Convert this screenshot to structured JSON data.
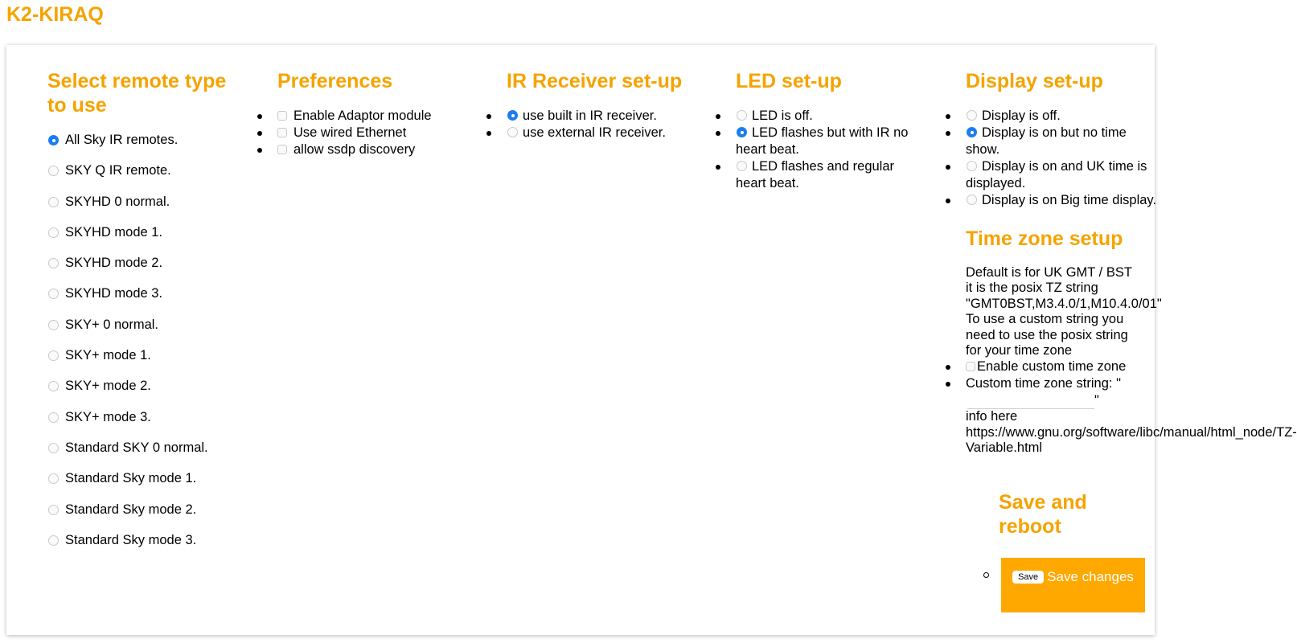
{
  "app_title": "K2-KIRAQ",
  "remote_type": {
    "title": "Select remote type to use",
    "options": [
      {
        "label": "All Sky IR remotes.",
        "checked": true
      },
      {
        "label": "SKY Q IR remote.",
        "checked": false
      },
      {
        "label": "SKYHD 0 normal.",
        "checked": false
      },
      {
        "label": "SKYHD mode 1.",
        "checked": false
      },
      {
        "label": "SKYHD mode 2.",
        "checked": false
      },
      {
        "label": "SKYHD mode 3.",
        "checked": false
      },
      {
        "label": "SKY+ 0 normal.",
        "checked": false
      },
      {
        "label": "SKY+ mode 1.",
        "checked": false
      },
      {
        "label": "SKY+ mode 2.",
        "checked": false
      },
      {
        "label": "SKY+ mode 3.",
        "checked": false
      },
      {
        "label": "Standard SKY 0 normal.",
        "checked": false
      },
      {
        "label": "Standard Sky mode 1.",
        "checked": false
      },
      {
        "label": "Standard Sky mode 2.",
        "checked": false
      },
      {
        "label": "Standard Sky mode 3.",
        "checked": false
      }
    ]
  },
  "preferences": {
    "title": "Preferences",
    "items": [
      {
        "label": "Enable Adaptor module",
        "checked": false
      },
      {
        "label": "Use wired Ethernet",
        "checked": false
      },
      {
        "label": "allow ssdp discovery",
        "checked": false
      }
    ]
  },
  "ir_receiver": {
    "title": "IR Receiver set-up",
    "options": [
      {
        "label": "use built in IR receiver.",
        "checked": true
      },
      {
        "label": "use external IR receiver.",
        "checked": false
      }
    ]
  },
  "led": {
    "title": "LED set-up",
    "options": [
      {
        "label": "LED is off.",
        "checked": false
      },
      {
        "label": "LED flashes but with IR no heart beat.",
        "checked": true
      },
      {
        "label": "LED flashes and regular heart beat.",
        "checked": false
      }
    ]
  },
  "display": {
    "title": "Display set-up",
    "options": [
      {
        "label": "Display is off.",
        "checked": false
      },
      {
        "label": "Display is on but no time show.",
        "checked": true
      },
      {
        "label": "Display is on and UK time is displayed.",
        "checked": false
      },
      {
        "label": "Display is on Big time display.",
        "checked": false
      }
    ]
  },
  "timezone": {
    "title": "Time zone setup",
    "lines": [
      "Default is for UK GMT / BST",
      "it is the posix TZ string",
      "\"GMT0BST,M3.4.0/1,M10.4.0/01\"",
      "To use a custom string you",
      "need to use the posix string",
      "for your time zone"
    ],
    "enable_label": "Enable custom time zone",
    "enable_checked": false,
    "custom_label": "Custom time zone string: \"",
    "custom_value": "",
    "custom_close": "\"",
    "info_lines": [
      "info here",
      "https://www.gnu.org/software/libc/manual/html_node/TZ-",
      "Variable.html"
    ]
  },
  "save": {
    "title": "Save and reboot",
    "button_label": "Save",
    "text": "Save changes"
  },
  "colors": {
    "accent": "#f5a300",
    "button_bg": "#ffa800",
    "radio_on": "#1a7ef2"
  }
}
